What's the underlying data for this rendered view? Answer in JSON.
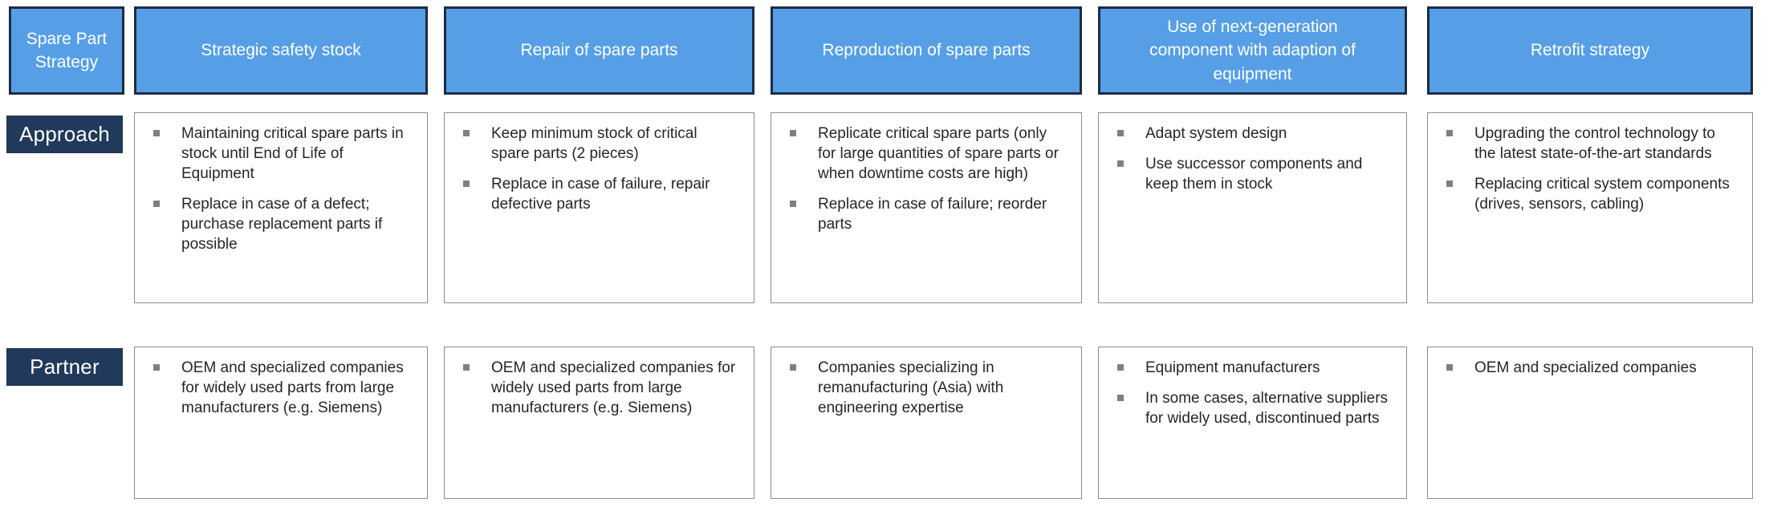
{
  "colors": {
    "header_fill": "#569FE6",
    "header_border": "#1C2B44",
    "row_label_fill": "#21395A",
    "content_box_border": "#8C8C8C",
    "bullet": "#7F7F7F",
    "body_text": "#262626",
    "header_text": "#FFFFFF"
  },
  "corner": {
    "label": "Spare Part Strategy"
  },
  "row_labels": {
    "approach": "Approach",
    "partner": "Partner"
  },
  "columns": [
    {
      "header": "Strategic safety stock",
      "approach": [
        "Maintaining critical spare parts in stock until End of Life of Equipment",
        "Replace in case of a defect; purchase replacement parts if possible"
      ],
      "partner": [
        "OEM and specialized companies for widely used parts from large manufacturers (e.g. Siemens)"
      ]
    },
    {
      "header": "Repair of spare parts",
      "approach": [
        "Keep minimum stock of critical spare parts (2 pieces)",
        "Replace in case of failure, repair defective parts"
      ],
      "partner": [
        "OEM and specialized companies for widely used parts from large manufacturers (e.g. Siemens)"
      ]
    },
    {
      "header": "Reproduction of spare parts",
      "approach": [
        "Replicate critical spare parts (only for large quantities of spare parts or when downtime costs are high)",
        "Replace in case of failure; reorder parts"
      ],
      "partner": [
        "Companies specializing in remanufacturing (Asia) with engineering expertise"
      ]
    },
    {
      "header": "Use of next-generation component with adaption of equipment",
      "approach": [
        "Adapt system design",
        "Use successor components and keep them in stock"
      ],
      "partner": [
        "Equipment manufacturers",
        "In some cases, alternative suppliers for widely used, discontinued parts"
      ]
    },
    {
      "header": "Retrofit strategy",
      "approach": [
        "Upgrading the control technology to the latest state-of-the-art standards",
        "Replacing critical system components (drives, sensors, cabling)"
      ],
      "partner": [
        "OEM and specialized companies"
      ]
    }
  ]
}
